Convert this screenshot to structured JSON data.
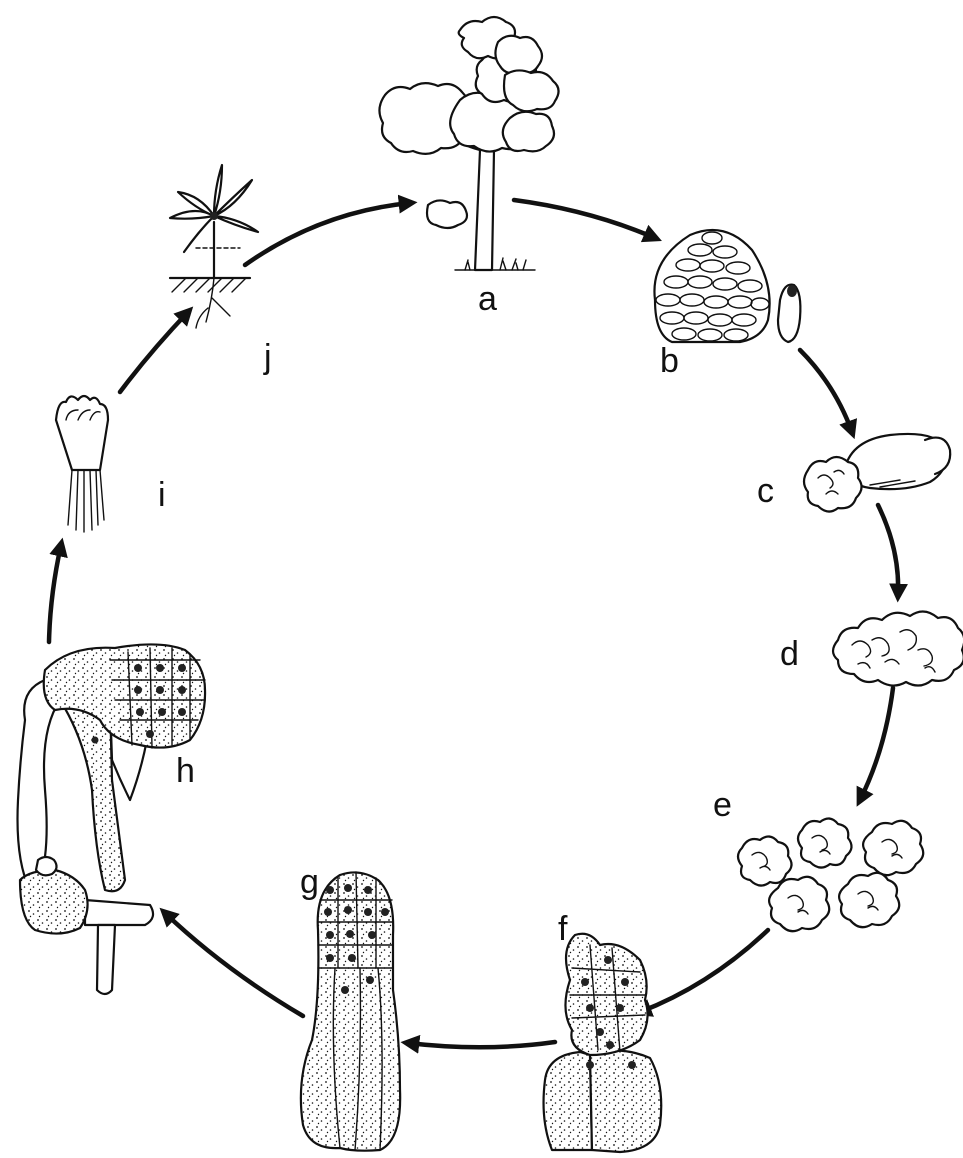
{
  "diagram": {
    "stages": [
      {
        "id": "a",
        "label": "a",
        "icon": "pine-tree"
      },
      {
        "id": "b",
        "label": "b",
        "icon": "pine-cone-and-seed"
      },
      {
        "id": "c",
        "label": "c",
        "icon": "seed-with-callus"
      },
      {
        "id": "d",
        "label": "d",
        "icon": "callus-mass"
      },
      {
        "id": "e",
        "label": "e",
        "icon": "callus-clumps"
      },
      {
        "id": "f",
        "label": "f",
        "icon": "early-embryo"
      },
      {
        "id": "g",
        "label": "g",
        "icon": "somatic-embryo"
      },
      {
        "id": "h",
        "label": "h",
        "icon": "embryo-with-suspensor"
      },
      {
        "id": "i",
        "label": "i",
        "icon": "cotyledonary-embryo"
      },
      {
        "id": "j",
        "label": "j",
        "icon": "seedling"
      }
    ],
    "arrows": [
      [
        "a",
        "b"
      ],
      [
        "b",
        "c"
      ],
      [
        "c",
        "d"
      ],
      [
        "d",
        "e"
      ],
      [
        "e",
        "f"
      ],
      [
        "f",
        "g"
      ],
      [
        "g",
        "h"
      ],
      [
        "h",
        "i"
      ],
      [
        "i",
        "j"
      ],
      [
        "j",
        "a"
      ]
    ],
    "colors": {
      "ink": "#111111",
      "background": "#ffffff"
    }
  }
}
